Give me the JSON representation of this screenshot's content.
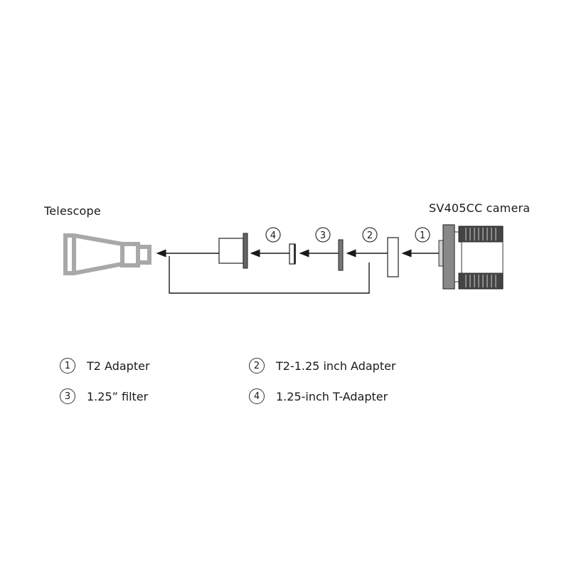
{
  "labels": {
    "telescope": "Telescope",
    "camera": "SV405CC camera"
  },
  "callouts": [
    "1",
    "2",
    "3",
    "4"
  ],
  "legend": [
    {
      "num": "1",
      "text": "T2 Adapter"
    },
    {
      "num": "2",
      "text": "T2-1.25 inch Adapter"
    },
    {
      "num": "3",
      "text": "1.25” filter"
    },
    {
      "num": "4",
      "text": "1.25-inch T-Adapter"
    }
  ],
  "colors": {
    "line": "#1a1a1a",
    "telescope": "#a8a8a8",
    "camera_dark": "#555555"
  }
}
